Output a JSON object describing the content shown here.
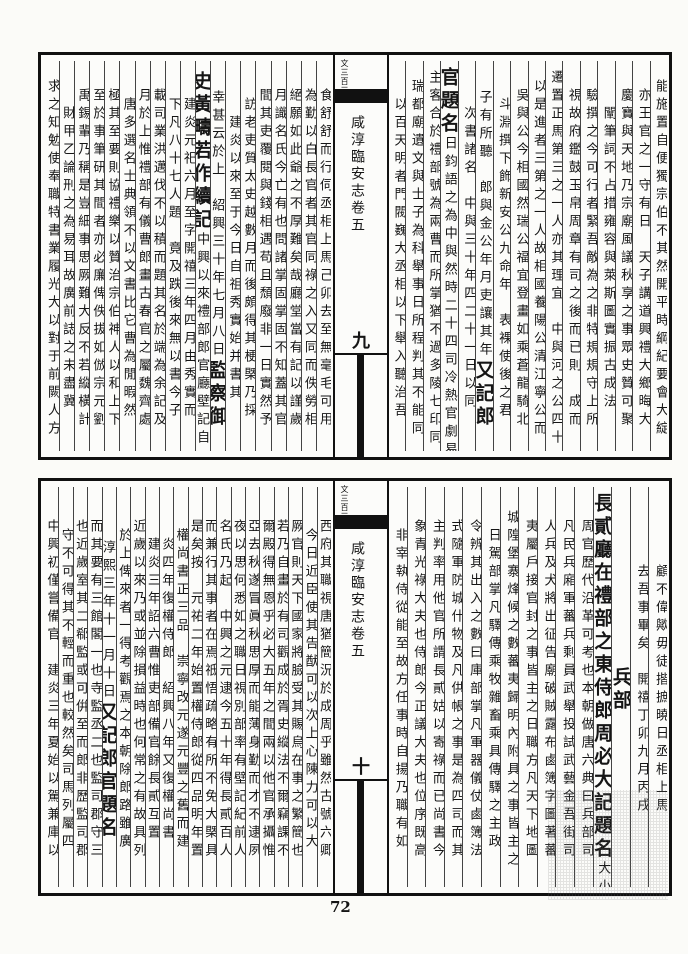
{
  "running_title": "咸淳臨安志卷五",
  "top_note": "文三百三",
  "bottom_note": "文三百三",
  "leaf_top": "九",
  "leaf_bottom": "十",
  "page_number": "72",
  "top_right": [
    {
      "t": "能施置自便獨宗伯不其然開平時綱紀要會大綻"
    },
    {
      "t": "亦王官之一守有日　天子講道興禮大鄉晦大"
    },
    {
      "t": "慶寶與天地乃宗廟風議秋享之事眾史贊可聚"
    },
    {
      "t": "闡筆詞不占措雍容與萊斯圖實振古成法"
    },
    {
      "t": "驗撰之今可行者緊吾敵為之非特規規守上所"
    },
    {
      "t": "視故府鑑鼓玉帛周章有司之後而已則　成而"
    },
    {
      "t": "遷置正馬第三之一人亦其理宜　中與河之公四十"
    },
    {
      "t": "以是進者三第之一人故相國養陽公清江寧公而"
    },
    {
      "t": "吳與公今相國然瑞公福宜登畫如乘蒼龍騎北"
    },
    {
      "t": "斗淵撰下飾新安公九命年　表裸使後之君"
    },
    {
      "t": "子有所聽　郎與金公年月吏讓其年",
      "h": "又記郎"
    },
    {
      "t": "次書諸名　中與三十年四二十一日以同"
    },
    {
      "h": "官題名",
      "t": "日鈞語之為中與然時二十四司冷熱官劇易員不得"
    },
    {
      "t": "主客合於禮部號為兩曹而所掌猶不過多陵七印同"
    },
    {
      "t": "瑞都廟遺文與士子為科舉事日所程判其不能同"
    },
    {
      "t": "以百天明者門閥巍大丞相以下舉入聽治吾"
    }
  ],
  "top_left": [
    {
      "t": "食舒舒而行伺丞相上馬己卯去至無毫毛可用"
    },
    {
      "t": "為勤以白長官者其官同祿之入又同而佚勞相"
    },
    {
      "t": "絕願如此爺之不厚難矣哉廳堂當有記以謹歲"
    },
    {
      "t": "月識名氏今亡有也問諸掌固掌固不知蓋其官"
    },
    {
      "t": "間其吏覆閱與錢相遇苟且頹廢非一日實然予"
    },
    {
      "t": "訪老吏質太史越數月而後頗得其梗槩乃採"
    },
    {
      "t": "建炎以來至于今日自祖秀實始并書其"
    },
    {
      "t": "幸甚云於上　紹興三十年七月八日",
      "h": "監察御"
    },
    {
      "h": "史黃疇若作續記",
      "t": "中興以來禮部郎官廳壁記自"
    },
    {
      "t": "建炎元祀六月至字開禧三年四月由秀實而"
    },
    {
      "t": "下凡八十七人題　竟及跌後來無以書今子"
    },
    {
      "t": "載司業洪邁伐不以積而題其名於端為余記及"
    },
    {
      "t": "月於上惟禮部有儀曹郎畫古春官之屬魏齊處"
    },
    {
      "t": "唐多選名士典領不以文書比它曹為閒暇然"
    },
    {
      "t": "極其至要則協禮樂以贊治宗伯神人以和上下"
    },
    {
      "t": "至於事筆研其間者亦必廉俾佚拔如倣宗元劉"
    },
    {
      "t": "禹錫輩乃稱是豈細事思厥難大反不若縱橫計"
    },
    {
      "t": "財甲乙論刑之為易耳故廣前誌之未盡冀"
    },
    {
      "t": "求之知勉使奉職特書業履光大以對于前闕人方"
    }
  ],
  "bottom_right": [
    {
      "t": "顧不偉歟毋徒揩摭曉日丞相上馬"
    },
    {
      "t": "去吾事畢矣　開禧丁卯九月丙戌"
    },
    {
      "h": "兵部"
    },
    {
      "h": "長貳廳在禮部之東侍郎周必大記題名",
      "t": "大小司馬著於"
    },
    {
      "t": "周官歷代沿革可考也本朝做唐六典曰兵部司"
    },
    {
      "t": "凡民兵廂軍蕃兵剩員武舉投試武藝金吾街司"
    },
    {
      "t": "人兵及犬將出征告廟破賊露布鹵簿字圖著蕃"
    },
    {
      "t": "夷屬戶接官封之事皆主之日職方凡天下地圖"
    },
    {
      "t": "城隍堡寨烽候之數蕃夷歸明內附具之事皆主之"
    },
    {
      "t": "日駕部掌凡驛傳乘牧雜畜乘具傳驛之主政"
    },
    {
      "t": "令辨其出入之數曰庫部掌凡軍器儀仗鹵簿法"
    },
    {
      "t": "式隨軍防城什物及凡供帳之事是為四司而其"
    },
    {
      "t": "主判率用他官所謂長貳姑以寄祿而已尚書今"
    },
    {
      "t": "象青光祿大夫也侍郎今正議大夫也位序既高"
    },
    {
      "t": "非宰執侍從能至故方任事時自揚乃職有如"
    }
  ],
  "bottom_left": [
    {
      "t": "西府其職視唐猶簡況於成周乎雖然古號六卿"
    },
    {
      "t": "今日近臣使其告猷可以次上心陳力可以大"
    },
    {
      "t": "厥官則天下國家將臉受其賜烏在事之繁簡也"
    },
    {
      "t": "若乃自畫於有司觀成於胥史縱法不爾竊課不"
    },
    {
      "t": "爾殿得無恩乎必大五年之間兩以他官承攝惟"
    },
    {
      "t": "亞去秋遂冒眞秋思厚而能薄身勤而才不逮夙"
    },
    {
      "t": "夜以思何悉如之職日視別部率有壁記紀前人"
    },
    {
      "t": "名氏乃起　中興之元逮今五十年得長貳百人"
    },
    {
      "t": "而兼行其事者在焉祗悟疏略有所不免大槩具"
    },
    {
      "t": "是矣按　元祐二年始置權侍郎從四品明年置"
    },
    {
      "t": "權尚書正三品　崇寧改元遂元豐之舊而建"
    },
    {
      "t": "炎四年復權侍郎　紹興八年又復權尚書"
    },
    {
      "t": "建炎三年詔六曹惟吏部備官餘長貳互置"
    },
    {
      "t": "近歲以來乃或並除損益時也何常之有故具列"
    },
    {
      "t": "於上俾來者一得考觀焉之本朝除郎路雖廣"
    },
    {
      "t": "淳熙三年十一月十日",
      "h": "又記郎官題名"
    },
    {
      "t": "而其要有三館閣一也寺監丞二也監司郡守三"
    },
    {
      "t": "也近歲室其二郗監或可倂至而郎非歷監司郡"
    },
    {
      "t": "守不可得其不輕而重也較然矣司馬列屬四"
    },
    {
      "t": "中興初僅嘗備官　建炎三年夏始以駕兼庫以"
    }
  ]
}
